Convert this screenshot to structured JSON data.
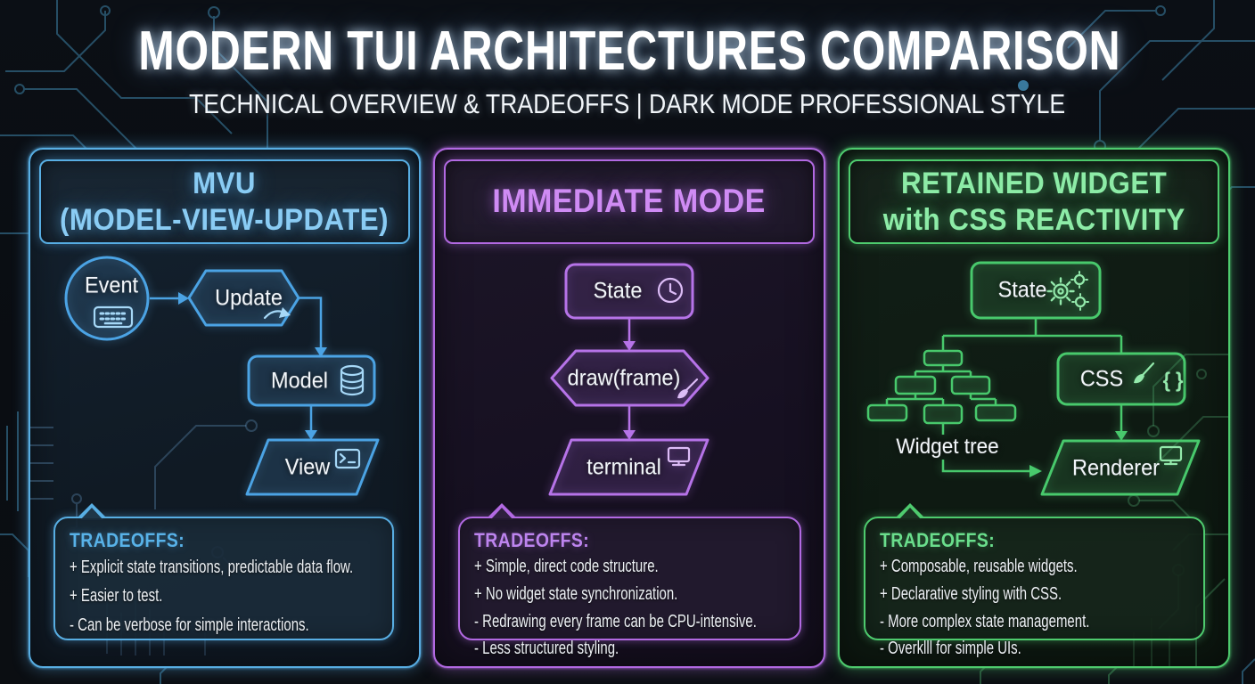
{
  "header": {
    "title": "MODERN TUI ARCHITECTURES COMPARISON",
    "subtitle": "TECHNICAL OVERVIEW & TRADEOFFS | DARK MODE PROFESSIONAL STYLE"
  },
  "panels": [
    {
      "id": "mvu",
      "accent": "#58aee3",
      "title_line1": "MVU",
      "title_line2": "(MODEL-VIEW-UPDATE)",
      "nodes": {
        "event": "Event",
        "update": "Update",
        "model": "Model",
        "view": "View"
      },
      "icons": [
        "keyboard-icon",
        "redo-arrow-icon",
        "database-icon",
        "terminal-prompt-icon"
      ],
      "tradeoffs": {
        "heading": "TRADEOFFS:",
        "items": [
          "+ Explicit state transitions, predictable data flow.",
          "+ Easier to test.",
          "- Can be verbose for simple interactions."
        ]
      }
    },
    {
      "id": "immediate-mode",
      "accent": "#b269e2",
      "title_line1": "IMMEDIATE MODE",
      "title_line2": "",
      "nodes": {
        "state": "State",
        "draw": "draw(frame)",
        "terminal": "terminal"
      },
      "icons": [
        "clock-icon",
        "paintbrush-icon",
        "monitor-icon"
      ],
      "tradeoffs": {
        "heading": "TRADEOFFS:",
        "items": [
          "+ Simple, direct code structure.",
          "+ No widget state synchronization.",
          "- Redrawing every frame can be CPU-intensive.",
          "- Less structured styling."
        ]
      }
    },
    {
      "id": "retained-widget-css",
      "accent": "#4ecb6e",
      "title_line1": "RETAINED WIDGET",
      "title_line2": "with CSS REACTIVITY",
      "nodes": {
        "state": "State",
        "css": "CSS",
        "braces": "{ }",
        "widget_tree_label": "Widget tree",
        "renderer": "Renderer"
      },
      "icons": [
        "gears-icon",
        "paintbrush-icon",
        "braces-icon",
        "widget-tree-icon",
        "monitor-icon"
      ],
      "tradeoffs": {
        "heading": "TRADEOFFS:",
        "items": [
          "+ Composable, reusable widgets.",
          "+ Declarative styling with CSS.",
          "- More complex state management.",
          "- Overklll for simple UIs."
        ]
      }
    }
  ]
}
